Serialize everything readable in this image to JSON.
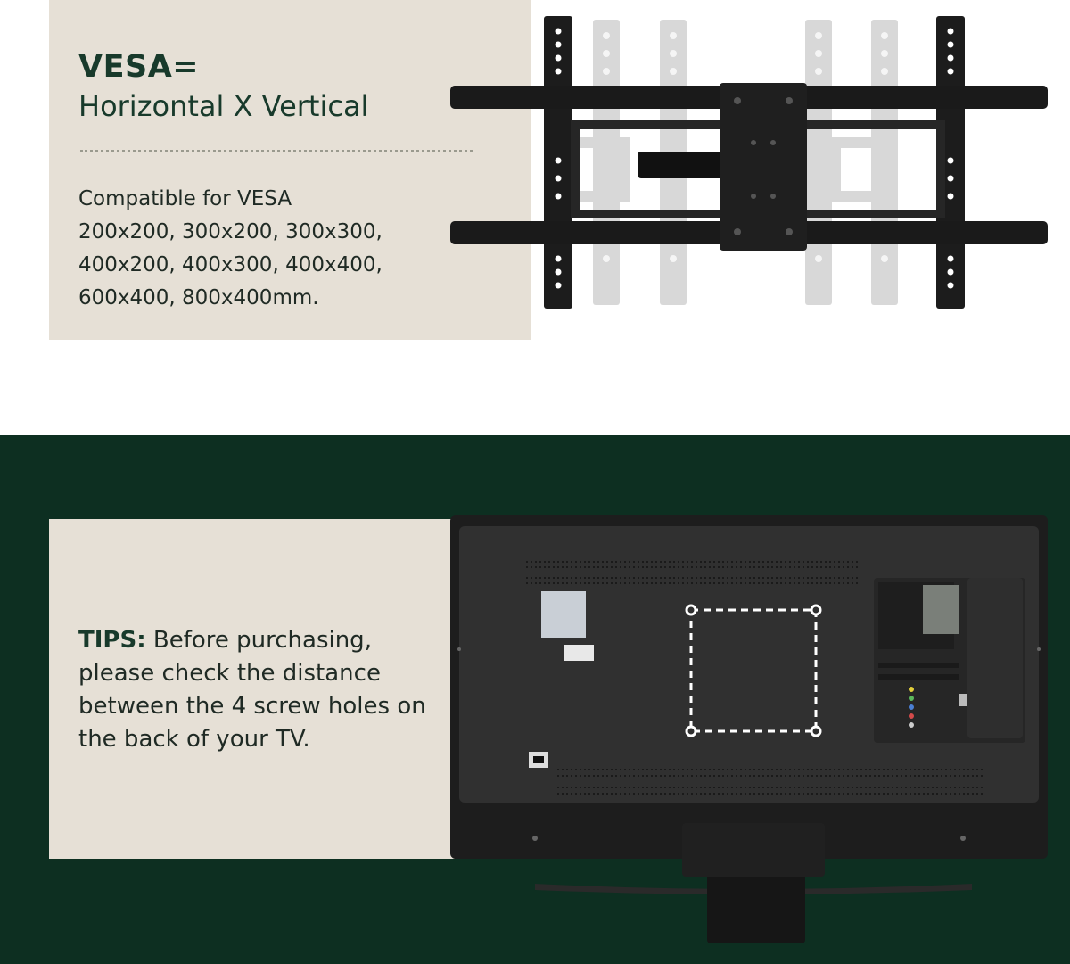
{
  "top_card": {
    "title": "VESA=",
    "subtitle": "Horizontal X Vertical",
    "compat_text": "Compatible for VESA\n200x200, 300x200, 300x300,\n400x200, 400x300, 400x400,\n600x400, 800x400mm."
  },
  "bottom_card": {
    "tips_label": "TIPS:",
    "tips_text": " Before purchasing, please check the distance between the 4 screw holes on the back of your TV."
  },
  "colors": {
    "card_bg": "#e6e0d6",
    "dark_green": "#0d2f21",
    "title_green": "#183a2b"
  }
}
